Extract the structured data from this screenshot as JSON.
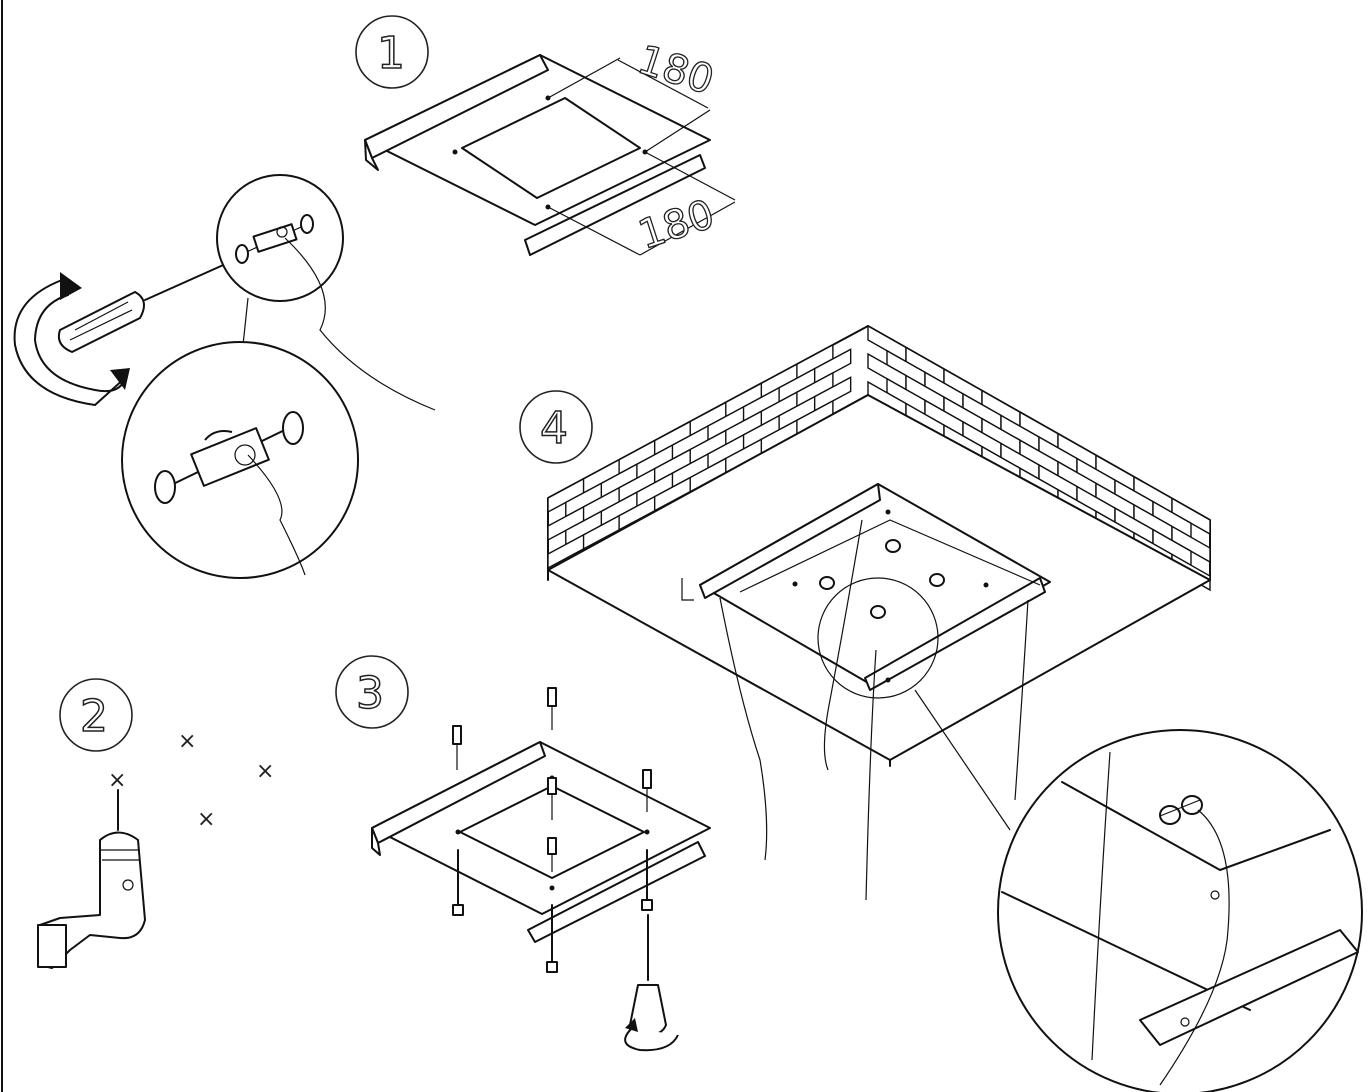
{
  "steps": [
    {
      "id": "step-1",
      "label": "1"
    },
    {
      "id": "step-2",
      "label": "2"
    },
    {
      "id": "step-3",
      "label": "3"
    },
    {
      "id": "step-4",
      "label": "4"
    }
  ],
  "dimensions": {
    "width": "180",
    "depth": "180"
  },
  "drill_marks": [
    "×",
    "×",
    "×",
    "×"
  ],
  "icons": [
    "screwdriver-icon",
    "rotate-arrow-icon",
    "drill-icon",
    "brick-wall-icon",
    "wall-plug-icon",
    "screw-icon"
  ]
}
